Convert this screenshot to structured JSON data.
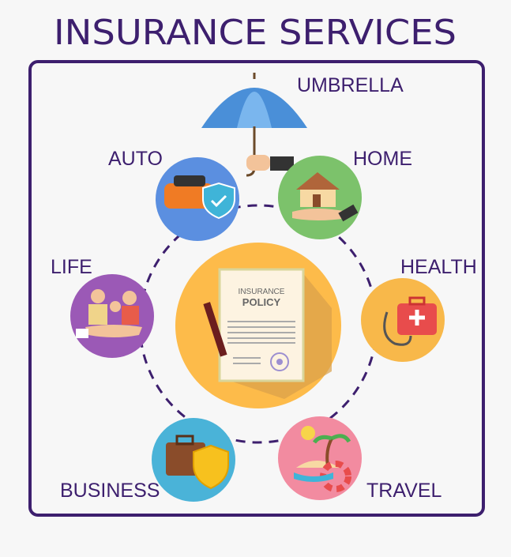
{
  "title": "INSURANCE SERVICES",
  "center": {
    "line1": "INSURANCE",
    "line2": "POLICY"
  },
  "services": {
    "umbrella": "UMBRELLA",
    "auto": "AUTO",
    "home": "HOME",
    "life": "LIFE",
    "health": "HEALTH",
    "business": "BUSINESS",
    "travel": "TRAVEL"
  },
  "colors": {
    "brand": "#3d1f6e",
    "center": "#fdbb4a",
    "auto": "#5b8fe0",
    "home": "#7cc26b",
    "life": "#9b59b6",
    "health": "#f8b84a",
    "business": "#4ab3d8",
    "travel": "#f28ba0"
  }
}
